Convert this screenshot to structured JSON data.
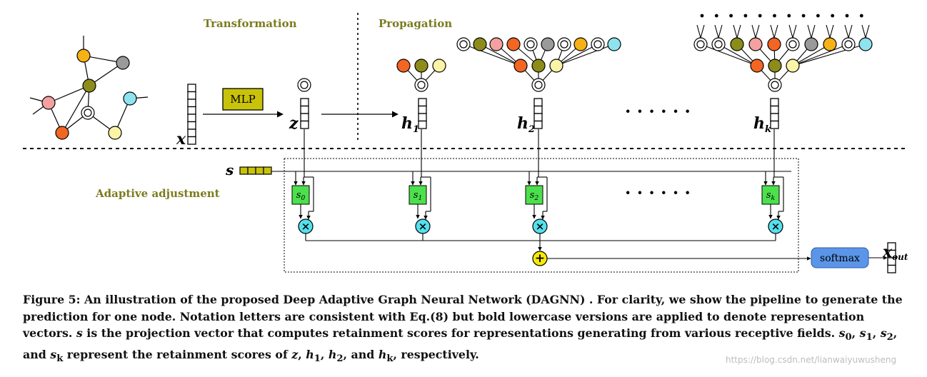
{
  "sections": {
    "transformation": "Transformation",
    "propagation": "Propagation",
    "adaptive": "Adaptive adjustment"
  },
  "blocks": {
    "mlp": "MLP",
    "softmax": "softmax"
  },
  "variables": {
    "x": "x",
    "z": "z",
    "h1": "h",
    "h1_sub": "1",
    "h2": "h",
    "h2_sub": "2",
    "hk": "h",
    "hk_sub": "k",
    "s": "s",
    "s0": "s",
    "s0_sub": "0",
    "s1": "s",
    "s1_sub": "1",
    "s2": "s",
    "s2_sub": "2",
    "sk": "s",
    "sk_sub": "k",
    "xout": "x",
    "xout_sub": "out"
  },
  "ellipsis": "· · · · · ·",
  "ops": {
    "multiply": "×",
    "add": "+"
  },
  "caption": {
    "label": "Figure 5:",
    "p1": " An illustration of the proposed Deep Adaptive Graph Neural Network (DAGNN) . For clarity, we show the pipeline to generate the prediction for one node. Notation letters are consistent with Eq.(8) but bold lowercase versions are applied to denote representation vectors. ",
    "s": "s",
    "p2": " is the projection vector that computes retainment scores for representations generating from various receptive fields. ",
    "s0": "s",
    "s0_sub": "0",
    "c1": ", ",
    "s1": "s",
    "s1_sub": "1",
    "c2": ", ",
    "s2": "s",
    "s2_sub": "2",
    "c3": ", and ",
    "sk": "s",
    "sk_sub": "k",
    "p3": " represent the retainment scores of ",
    "z": "z",
    "c4": ", ",
    "h1": "h",
    "h1_sub": "1",
    "c5": ", ",
    "h2": "h",
    "h2_sub": "2",
    "c6": ", and ",
    "hk": "h",
    "hk_sub": "k",
    "p4": ", respectively."
  },
  "watermark": "https://blog.csdn.net/lianwaiyuwusheng",
  "colors": {
    "section_label": "#7b7b1e",
    "orange": "#f26522",
    "olive": "#8c8c1a",
    "yellow": "#fbf3a6",
    "pink": "#f4a0a0",
    "gold": "#f5b116",
    "gray": "#9a9a9a",
    "cyan": "#8fe3ee",
    "mlp_box": "#c9c20b",
    "score_box": "#4ce04c",
    "op_cyan": "#55e0ee",
    "op_yellow": "#f7ea00",
    "softmax": "#5b95e8"
  }
}
